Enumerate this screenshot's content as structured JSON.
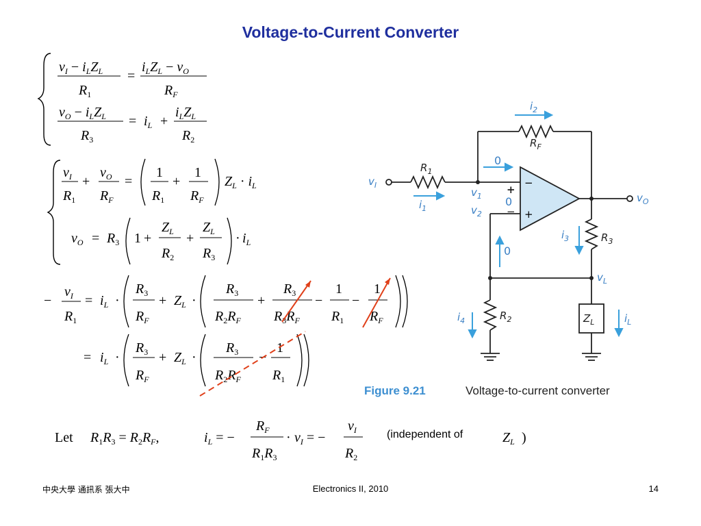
{
  "slide": {
    "title": "Voltage-to-Current Converter",
    "figure_label": "Figure 9.21",
    "figure_caption": "Voltage-to-current converter",
    "conclusion_prefix": "Let",
    "independent_text": "(independent of",
    "independent_close": ")"
  },
  "footer": {
    "left": "中央大學 通訊系 張大中",
    "center": "Electronics II, 2010",
    "page": "14"
  },
  "circuit": {
    "labels": {
      "vI": "v",
      "vI_sub": "I",
      "vO": "v",
      "vO_sub": "O",
      "v1": "v",
      "v1_sub": "1",
      "v2": "v",
      "v2_sub": "2",
      "vL": "v",
      "vL_sub": "L",
      "R1": "R",
      "R1_sub": "1",
      "RF": "R",
      "RF_sub": "F",
      "R2": "R",
      "R2_sub": "2",
      "R3": "R",
      "R3_sub": "3",
      "ZL": "Z",
      "ZL_sub": "L",
      "i1": "i",
      "i1_sub": "1",
      "i2": "i",
      "i2_sub": "2",
      "i3": "i",
      "i3_sub": "3",
      "i4": "i",
      "i4_sub": "4",
      "iL": "i",
      "iL_sub": "L",
      "zero_top": "0",
      "zero_mid": "0",
      "zero_vert": "0",
      "plus": "+",
      "minus": "−",
      "opamp_minus": "−",
      "opamp_plus": "+"
    },
    "colors": {
      "arrow": "#3aa0dc",
      "opamp_fill": "#cfe6f5",
      "wire": "#222222",
      "annotation": "#e0401a"
    }
  }
}
